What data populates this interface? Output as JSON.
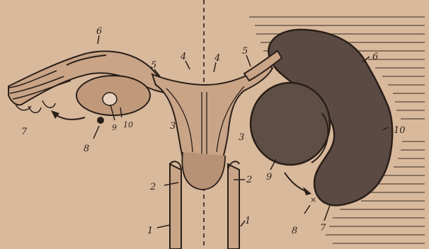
{
  "labels": {
    "l1_left": "1",
    "l1_right": "1",
    "l2_left": "2",
    "l2_right": "2",
    "l3_left": "3",
    "l3_right": "3",
    "l4_left": "4",
    "l4_right": "4",
    "l5_left": "5",
    "l5_right": "5",
    "l6_left": "6",
    "l6_right": "6",
    "l7_left": "7",
    "l7_right": "7",
    "l8_left": "8",
    "l8_right": "8",
    "l9_left": "9",
    "l9_right": "9",
    "l10_left": "10",
    "l10_right": "10"
  },
  "colors": {
    "paper": "#d9b99c",
    "ink": "#2a1f18",
    "organ_fill": "#c9a487",
    "dark_mass": "#5a4a43",
    "hatch": "#4a3a30"
  }
}
